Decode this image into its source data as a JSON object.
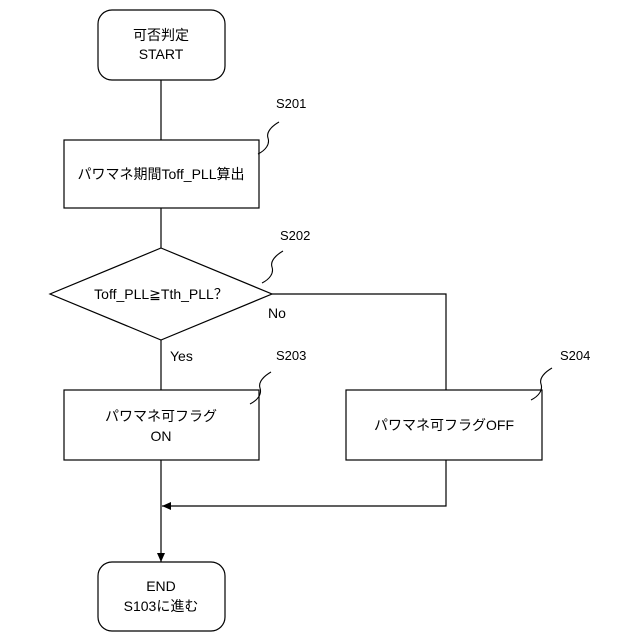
{
  "flowchart": {
    "start": {
      "line1": "可否判定",
      "line2": "START"
    },
    "s201": {
      "label": "S201",
      "text": "パワマネ期間Toff_PLL算出"
    },
    "s202": {
      "label": "S202",
      "text": "Toff_PLL≧Tth_PLL？",
      "yes": "Yes",
      "no": "No"
    },
    "s203": {
      "label": "S203",
      "line1": "パワマネ可フラグ",
      "line2": "ON"
    },
    "s204": {
      "label": "S204",
      "text": "パワマネ可フラグOFF"
    },
    "end": {
      "line1": "END",
      "line2": "S103に進む"
    }
  }
}
